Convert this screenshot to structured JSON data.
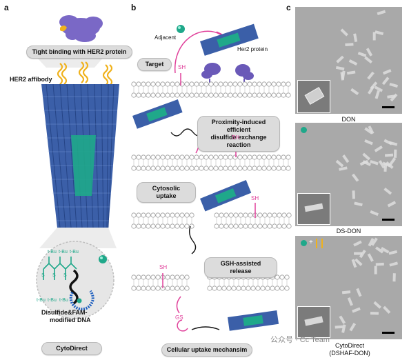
{
  "panels": {
    "a": "a",
    "b": "b",
    "c": "c"
  },
  "panel_a": {
    "tight_binding": "Tight binding with HER2 protein",
    "affibody": "HER2 affibody",
    "tbu": "t-Bu",
    "sulfur": "S",
    "dna_label_1": "Disulfide&FAM-",
    "dna_label_2": "modified DNA",
    "cytodirect": "CytoDirect"
  },
  "panel_b": {
    "adjacent": "Adjacent",
    "her2_protein": "Her2 protein",
    "target": "Target",
    "sh": "SH",
    "proximity_1": "Proximity-induced efficient",
    "proximity_2": "disulfide exchange reaction",
    "cytosolic": "Cytosolic uptake",
    "gsh_release": "GSH-assisted release",
    "gs": "GS",
    "mechanism": "Cellular uptake mechansim"
  },
  "panel_c": {
    "don": "DON",
    "ds_don": "DS-DON",
    "cytodirect": "CytoDirect",
    "dshaf": "(DSHAF-DON)"
  },
  "watermark": "公众号 · Cc Team",
  "colors": {
    "origami": "#3b5fa8",
    "core": "#1fa88a",
    "affibody": "#f0b21c",
    "protein": "#6a59b8",
    "disulfide": "#e0409a"
  }
}
